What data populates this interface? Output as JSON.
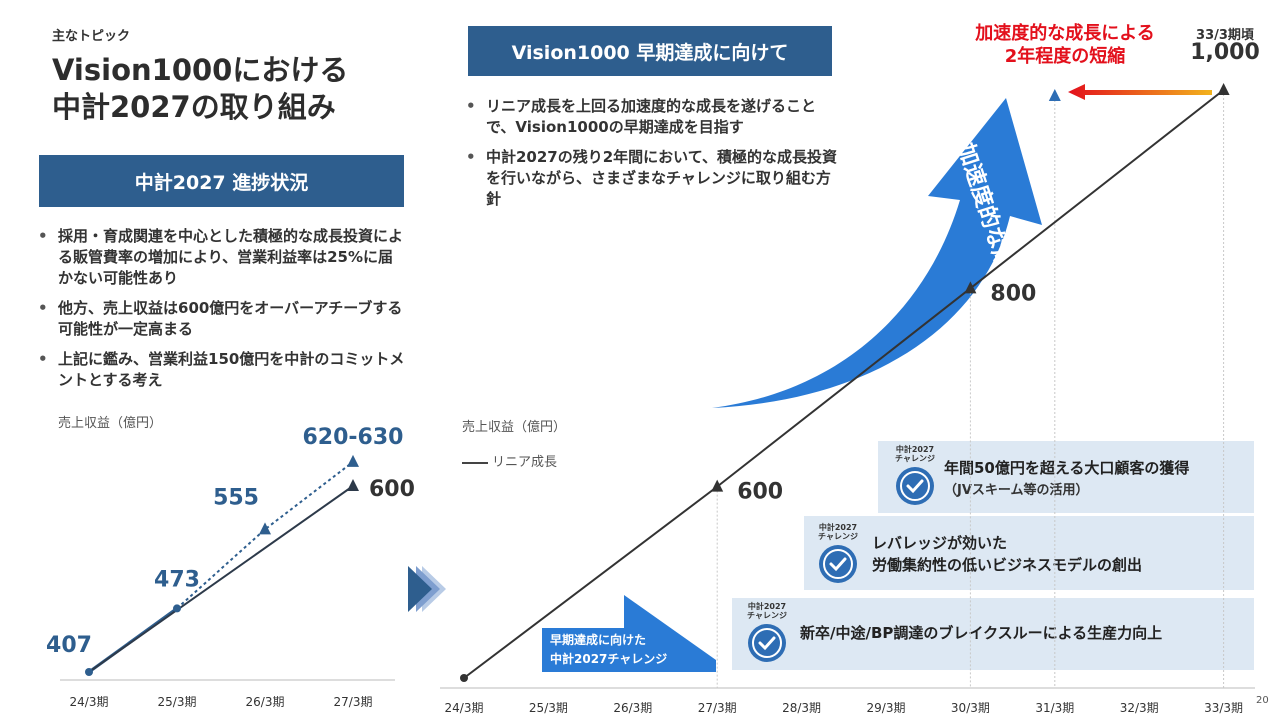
{
  "header": {
    "topic": "主なトピック",
    "title": "Vision1000における\n中計2027の取り組み",
    "page_number": "20"
  },
  "left_panel": {
    "banner": "中計2027 進捗状況",
    "bullets": [
      "採用・育成関連を中心とした積極的な成長投資による販管費率の増加により、営業利益率は25%に届かない可能性あり",
      "他方、売上収益は600億円をオーバーアチーブする可能性が一定高まる",
      "上記に鑑み、営業利益150億円を中計のコミットメントとする考え"
    ]
  },
  "right_panel": {
    "banner": "Vision1000 早期達成に向けて",
    "bullets": [
      "リニア成長を上回る加速度的な成長を遂げることで、Vision1000の早期達成を目指す",
      "中計2027の残り2年間において、積極的な成長投資を行いながら、さまざまなチャレンジに取り組む方針"
    ],
    "accel_label": "加速度的な成長による\n2年程度の短縮",
    "end_period": "33/3期頃",
    "end_value": "1,000",
    "arrow_text": "加速度的な成長",
    "early_label": "早期達成に向けた\n中計2027チャレンジ",
    "badge_text": "中計2027\nチャレンジ",
    "challenges": [
      {
        "title": "年間50億円を超える大口顧客の獲得",
        "sub": "（JVスキーム等の活用）"
      },
      {
        "title": "レバレッジが効いた",
        "sub": "労働集約性の低いビジネスモデルの創出"
      },
      {
        "title": "新卒/中途/BP調達のブレイクスルーによる生産力向上",
        "sub": ""
      }
    ]
  },
  "chart_data": [
    {
      "type": "line",
      "ylabel": "売上収益（億円）",
      "categories": [
        "24/3期",
        "25/3期",
        "26/3期",
        "27/3期"
      ],
      "series": [
        {
          "values": [
            407,
            473,
            null,
            null
          ],
          "style": "solid",
          "color": "#2e5e8e"
        },
        {
          "values": [
            null,
            473,
            555,
            625
          ],
          "style": "dotted",
          "color": "#2e5e8e"
        },
        {
          "values": [
            407,
            null,
            null,
            600
          ],
          "style": "solid",
          "color": "#2d3a4a"
        }
      ],
      "data_labels": [
        {
          "category": "24/3期",
          "value": 407,
          "text": "407"
        },
        {
          "category": "25/3期",
          "value": 473,
          "text": "473"
        },
        {
          "category": "26/3期",
          "value": 555,
          "text": "555"
        },
        {
          "category": "27/3期",
          "value": 625,
          "text": "620-630"
        },
        {
          "category": "27/3期",
          "value": 600,
          "text": "600"
        }
      ],
      "colors": {
        "forecast": "#2e5e8e",
        "plan": "#2d3a4a"
      }
    },
    {
      "type": "line",
      "ylabel": "売上収益（億円）",
      "categories": [
        "24/3期",
        "25/3期",
        "26/3期",
        "27/3期",
        "28/3期",
        "29/3期",
        "30/3期",
        "31/3期",
        "32/3期",
        "33/3期"
      ],
      "series": [
        {
          "name": "リニア成長",
          "values": [
            407,
            null,
            null,
            600,
            null,
            null,
            800,
            null,
            null,
            1000
          ],
          "color": "#333333"
        }
      ],
      "data_labels": [
        {
          "category": "27/3期",
          "value": 600,
          "text": "600"
        },
        {
          "category": "30/3期",
          "value": 800,
          "text": "800"
        },
        {
          "category": "33/3期",
          "value": 1000,
          "text": "1,000"
        }
      ],
      "markers": [
        "27/3期",
        "30/3期",
        "31/3期",
        "33/3期"
      ],
      "colors": {
        "accelerated_arrow": "#1f6fc8",
        "shortening_arrow": "#e3101c"
      }
    }
  ]
}
